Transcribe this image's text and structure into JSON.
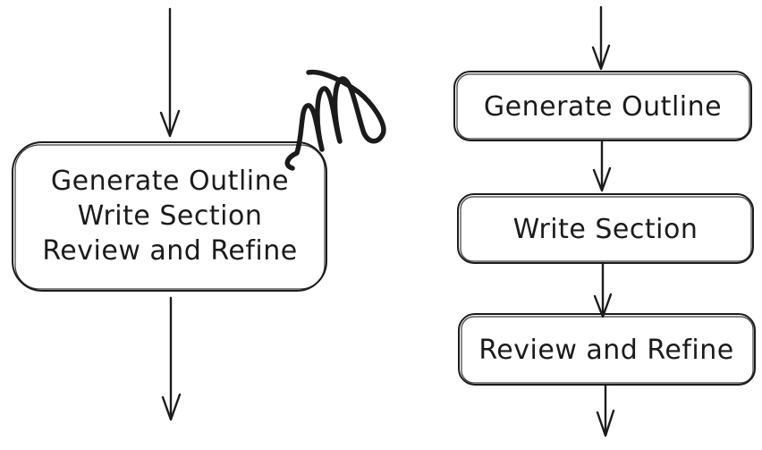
{
  "colors": {
    "ink": "#1b1b1b",
    "background": "#ffffff"
  },
  "left_flow": {
    "node_lines": [
      "Generate Outline",
      "Write Section",
      "Review and Refine"
    ],
    "annotation_icon": "scribble-icon"
  },
  "right_flow": {
    "nodes": [
      "Generate Outline",
      "Write Section",
      "Review and Refine"
    ]
  }
}
